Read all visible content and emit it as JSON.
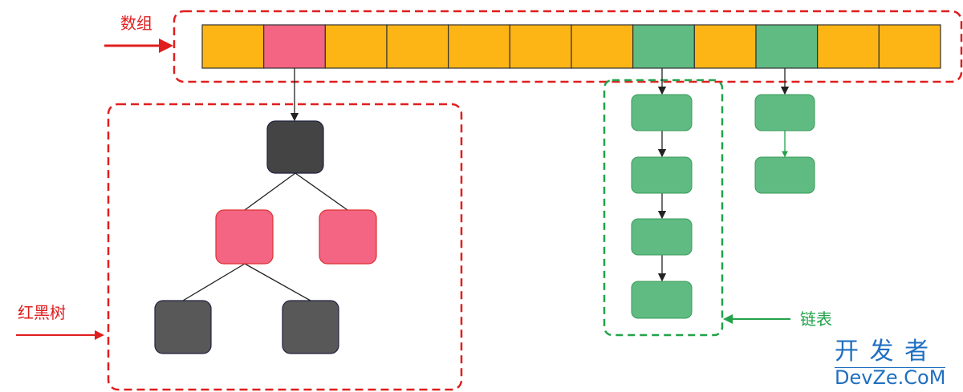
{
  "labels": {
    "array": "数组",
    "tree": "红黑树",
    "list": "链表"
  },
  "watermark": {
    "line1": "开 发 者",
    "line2": "DevZe.CoM"
  },
  "array_cells": [
    "orange",
    "pink",
    "orange",
    "orange",
    "orange",
    "orange",
    "orange",
    "green",
    "orange",
    "green",
    "orange",
    "orange"
  ],
  "colors": {
    "orange": "#FDB515",
    "pink": "#F36582",
    "green": "#5FBB82",
    "red": "#E01E1E",
    "list_green": "#22A24A",
    "dark": "#444444",
    "dark2": "#585858",
    "watermark": "#1F6FC0"
  }
}
